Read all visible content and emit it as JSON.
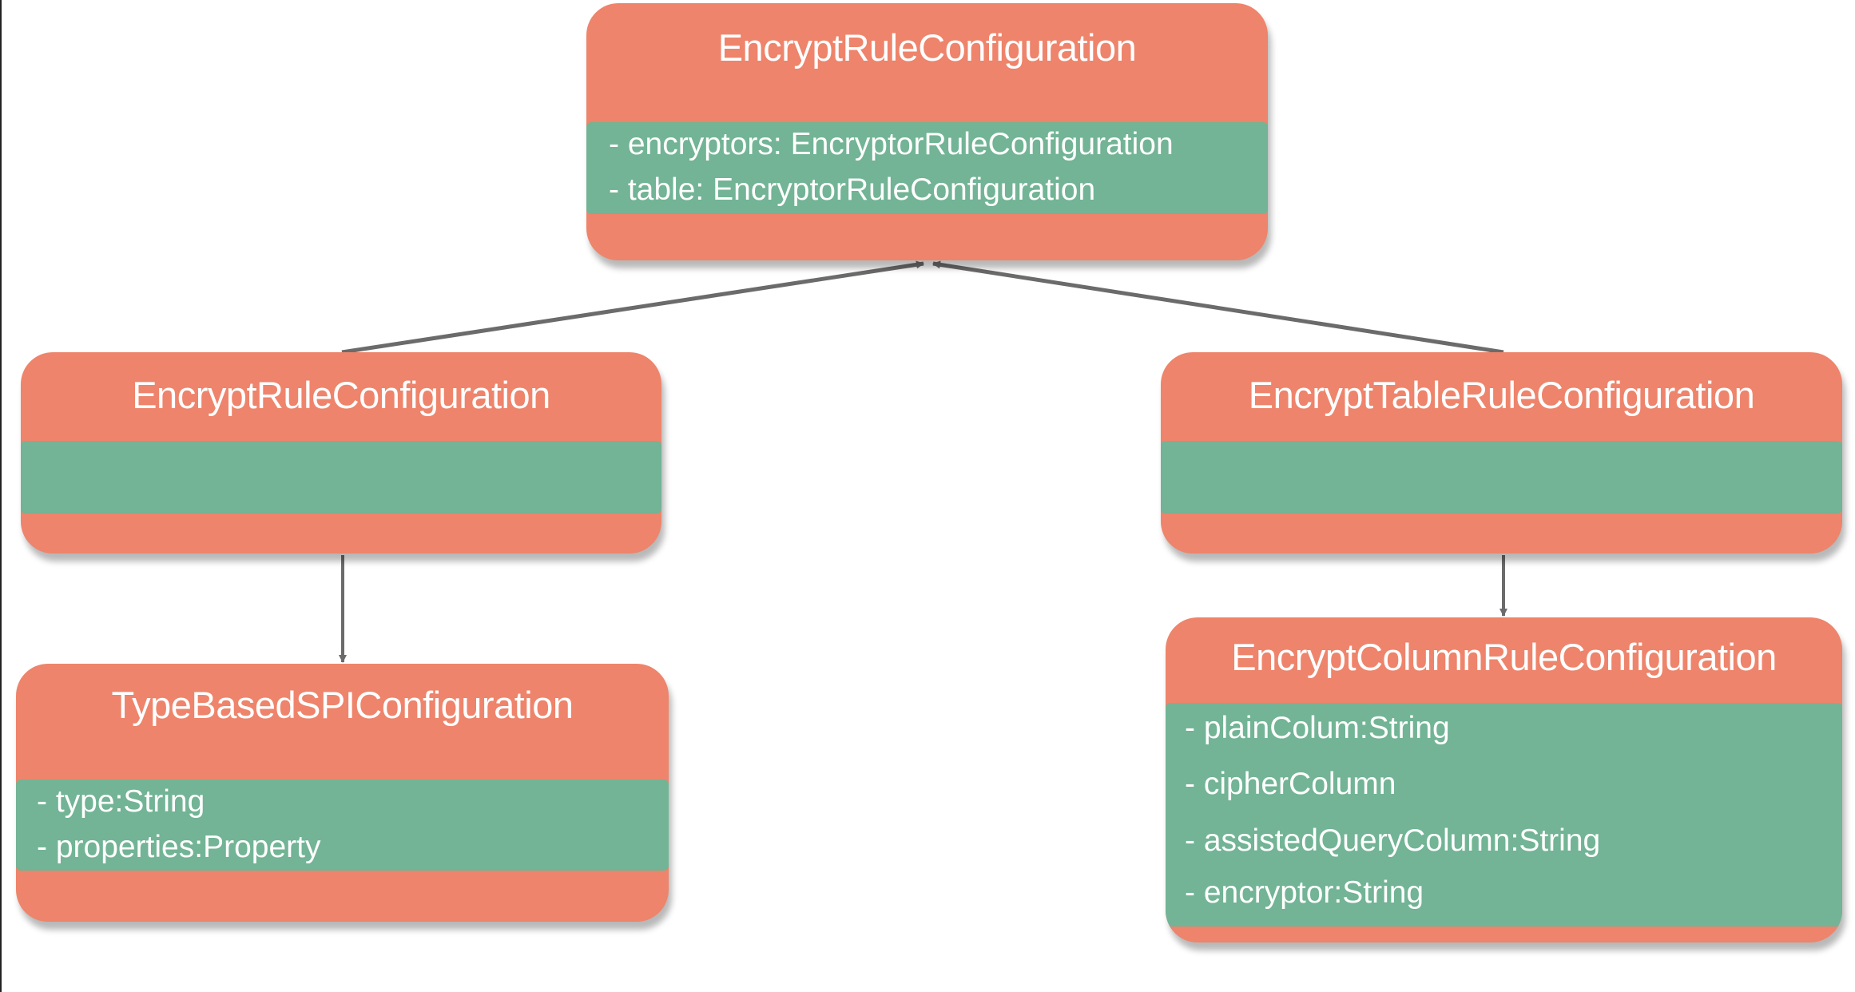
{
  "diagram": {
    "nodes": [
      {
        "id": "root",
        "title": "EncryptRuleConfiguration",
        "fields": [
          "- encryptors: EncryptorRuleConfiguration",
          "- table: EncryptorRuleConfiguration"
        ]
      },
      {
        "id": "left",
        "title": "EncryptRuleConfiguration",
        "fields": []
      },
      {
        "id": "right",
        "title": "EncryptTableRuleConfiguration",
        "fields": []
      },
      {
        "id": "left-child",
        "title": "TypeBasedSPIConfiguration",
        "fields": [
          "- type:String",
          "- properties:Property"
        ]
      },
      {
        "id": "right-child",
        "title": "EncryptColumnRuleConfiguration",
        "fields": [
          "- plainColum:String",
          "- cipherColumn",
          "- assistedQueryColumn:String",
          "- encryptor:String"
        ]
      }
    ],
    "edges": [
      {
        "from": "left",
        "to": "root"
      },
      {
        "from": "right",
        "to": "root"
      },
      {
        "from": "left",
        "to": "left-child"
      },
      {
        "from": "right",
        "to": "right-child"
      }
    ],
    "colors": {
      "box": "#ee846b",
      "fields": "#72b495",
      "text": "#ffffff",
      "edge": "#6b6b6b"
    }
  }
}
